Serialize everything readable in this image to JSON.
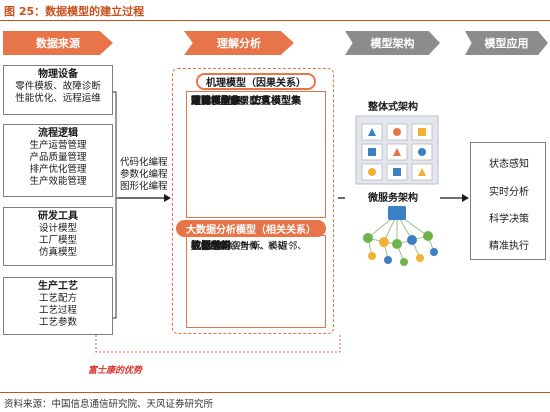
{
  "figure": {
    "title": "图 25：数据模型的建立过程",
    "source": "资料来源：中国信息通信研究院、天风证券研究所"
  },
  "stages": [
    {
      "label": "数据来源",
      "style": "orange"
    },
    {
      "label": "理解分析",
      "style": "orange"
    },
    {
      "label": "模型架构",
      "style": "gray"
    },
    {
      "label": "模型应用",
      "style": "gray"
    }
  ],
  "sources": [
    {
      "header": "物理设备",
      "items": [
        "零件模板、故障诊断",
        "性能优化、远程运维"
      ]
    },
    {
      "header": "流程逻辑",
      "items": [
        "生产运营管理",
        "产品质量管理",
        "排产优化管理",
        "生产效能管理"
      ]
    },
    {
      "header": "研发工具",
      "items": [
        "设计模型",
        "工厂模型",
        "仿真模型"
      ]
    },
    {
      "header": "生产工艺",
      "items": [
        "工艺配方",
        "工艺过程",
        "工艺参数"
      ]
    }
  ],
  "coding_labels": [
    "代码化编程",
    "参数化编程",
    "图形化编程"
  ],
  "mechanism": {
    "pill": "机理模型（因果关系）",
    "groups": [
      {
        "header": "理论模型集",
        "items": [
          "流体力学模型",
          "热力学模型",
          "空气动力学模型  …"
        ]
      },
      {
        "header": "逻辑模型集",
        "items": [
          "逻辑框架",
          "流程步骤",
          "管理时序        …"
        ]
      }
    ],
    "tail": [
      "部件模型集、工艺模型集",
      "故障模型集、仿真模型集"
    ]
  },
  "bigdata": {
    "pill": "大数据分析模型（相关关系）",
    "groups": [
      {
        "header": "数据分析",
        "items": [
          "SVM、贝叶斯、K-近邻、",
          "K均值"
        ]
      },
      {
        "header": "机器学习",
        "items": [
          "神经网络"
        ]
      },
      {
        "header": "控制结构",
        "items": [
          "自适应、鲁棒、模糊"
        ]
      }
    ]
  },
  "fuji_note": "富士康的优势",
  "architecture": {
    "monolithic": "整体式架构",
    "microservice": "微服务架构"
  },
  "applications": [
    "状态感知",
    "实时分析",
    "科学决策",
    "精准执行"
  ],
  "colors": {
    "accent": "#e8744a",
    "title": "#c8511f",
    "gray": "#8c8c8c",
    "note": "#d9342b"
  }
}
